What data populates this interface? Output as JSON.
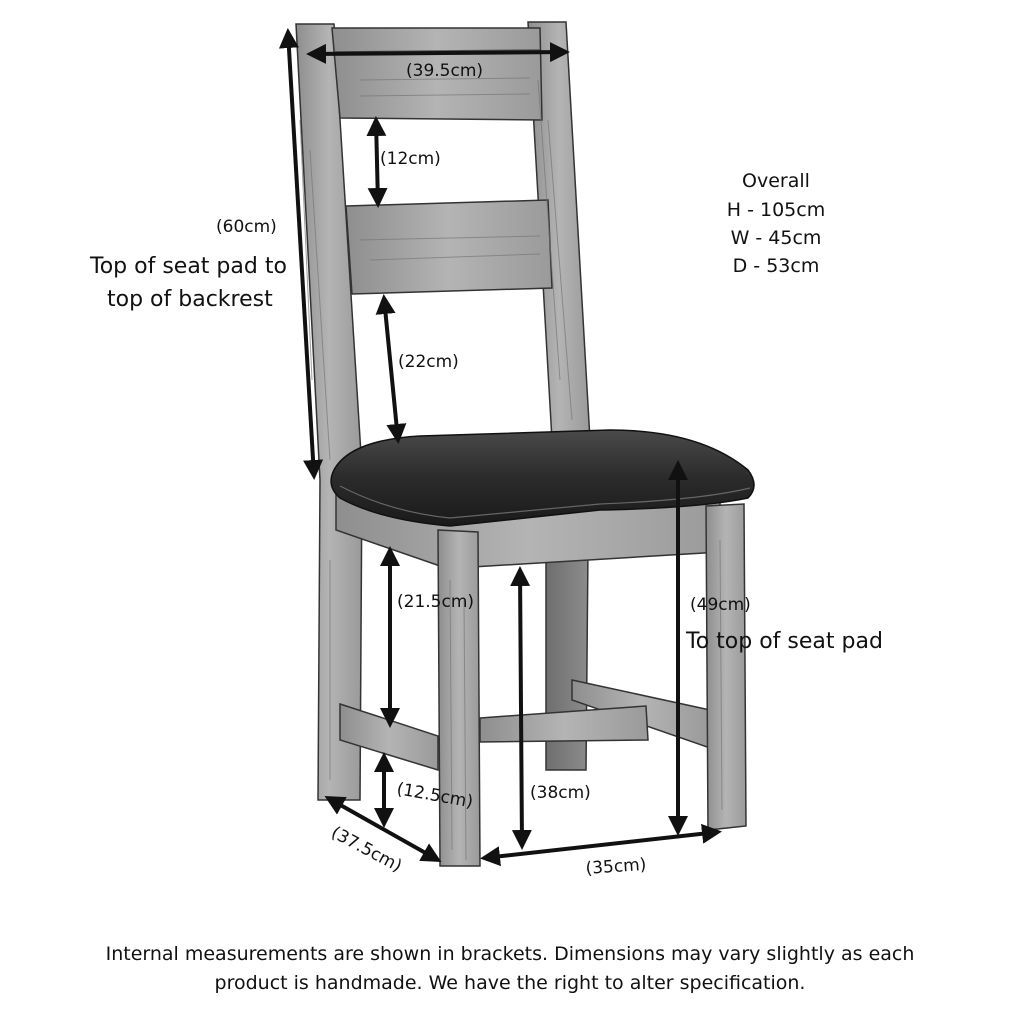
{
  "measurements": {
    "top_rail_width": "(39.5cm)",
    "upper_gap": "(12cm)",
    "lower_gap": "(22cm)",
    "backrest_height": "(60cm)",
    "backrest_note": [
      "Top of seat pad to",
      "top of backrest"
    ],
    "under_seat_gap": "(21.5cm)",
    "stretcher_height": "(12.5cm)",
    "front_height": "(38cm)",
    "seat_height": "(49cm)",
    "seat_height_note": "To top of seat pad",
    "side_depth": "(37.5cm)",
    "front_width": "(35cm)"
  },
  "overall": {
    "title": "Overall",
    "height": "H - 105cm",
    "width": "W - 45cm",
    "depth": "D - 53cm"
  },
  "footer": {
    "line1": "Internal measurements are shown in brackets. Dimensions may vary slightly as each",
    "line2": "product is handmade. We have the right to alter specification."
  }
}
